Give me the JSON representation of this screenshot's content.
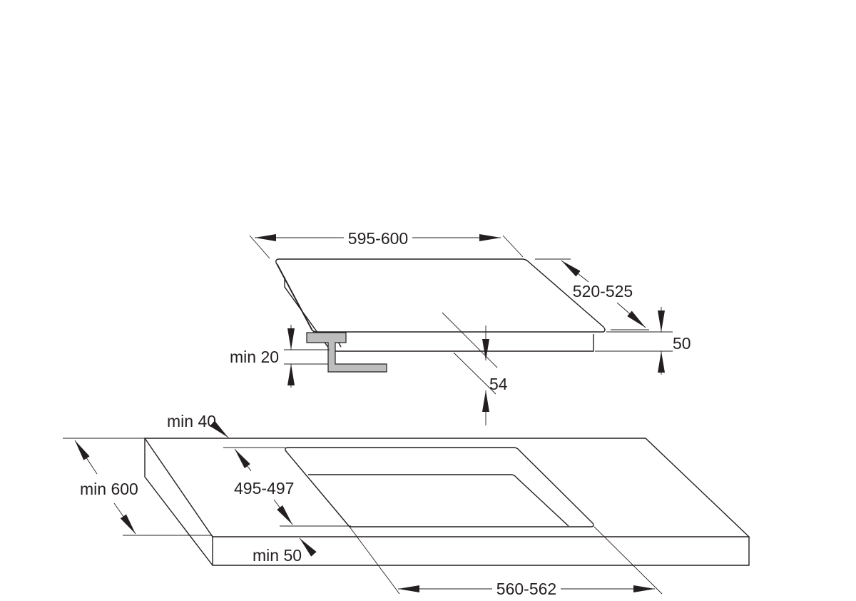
{
  "dimensions": {
    "hob_width": "595-600",
    "hob_depth": "520-525",
    "hob_height": "50",
    "clearance_below": "54",
    "worktop_thickness": "min 20",
    "edge_back": "min 40",
    "worktop_depth": "min 600",
    "cutout_depth": "495-497",
    "edge_front": "min 50",
    "cutout_width": "560-562"
  },
  "colors": {
    "line": "#231f20",
    "bracket": "#bdbdbd"
  }
}
